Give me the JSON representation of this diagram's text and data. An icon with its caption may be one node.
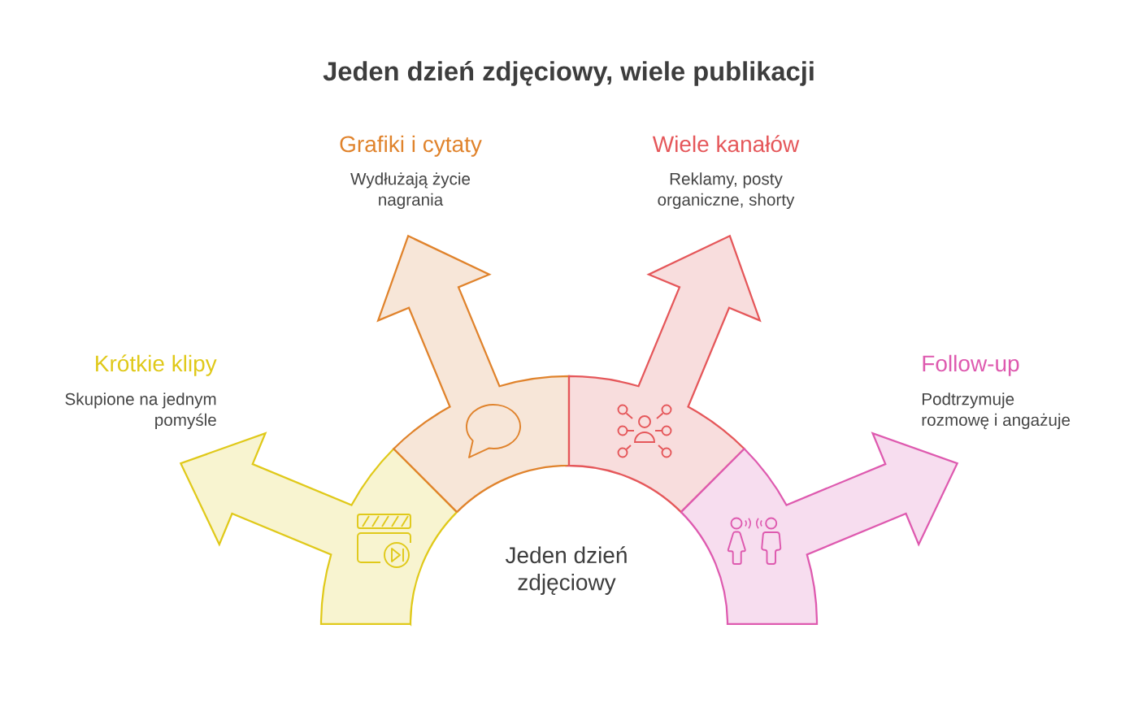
{
  "diagram": {
    "title": "Jeden dzień zdjęciowy, wiele publikacji",
    "nodes": [
      {
        "text": [],
        "shape": "arrow",
        "beside": [
          "Krótkie klipy",
          "Skupione na jednym pomyśle"
        ]
      },
      {
        "text": [],
        "shape": "arrow",
        "beside": [
          "Grafiki i cytaty",
          "Wydłużają życie nagrania"
        ]
      },
      {
        "text": [],
        "shape": "arrow",
        "beside": [
          "Wiele kanałów",
          "Reklamy, posty organiczne, shorty"
        ]
      },
      {
        "text": [],
        "shape": "arrow",
        "beside": [
          "Follow-up",
          "Podtrzymuje rozmowę i angażuje"
        ]
      }
    ],
    "labels": [
      "Jeden dzień zdjęciowy"
    ]
  }
}
